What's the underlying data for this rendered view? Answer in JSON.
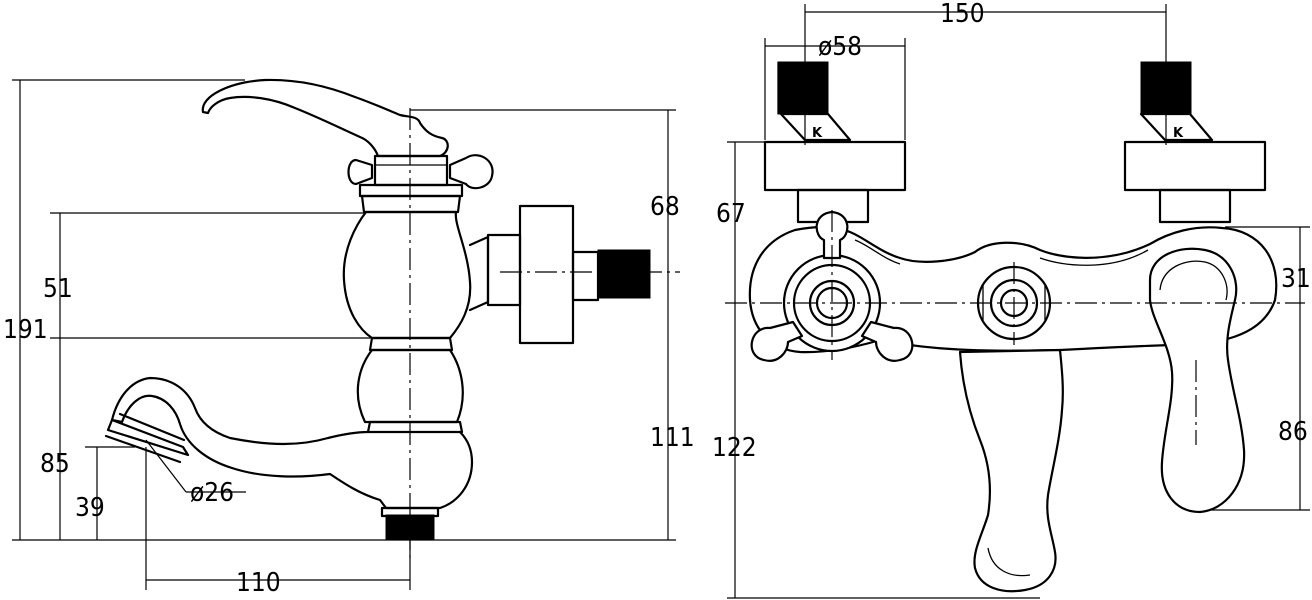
{
  "side_view": {
    "labels": {
      "total_height": "191",
      "body_height": "51",
      "upper_right": "68",
      "lower_right": "111",
      "spout_height": "85",
      "spout_outlet": "39",
      "outlet_diameter": "ø26",
      "spout_reach": "110"
    }
  },
  "front_view": {
    "labels": {
      "center_distance": "150",
      "connector_diameter": "ø58",
      "left_upper": "67",
      "left_lower": "122",
      "right_upper": "31",
      "right_lower": "86",
      "connector_mark_left": "K",
      "connector_mark_right": "K"
    }
  }
}
